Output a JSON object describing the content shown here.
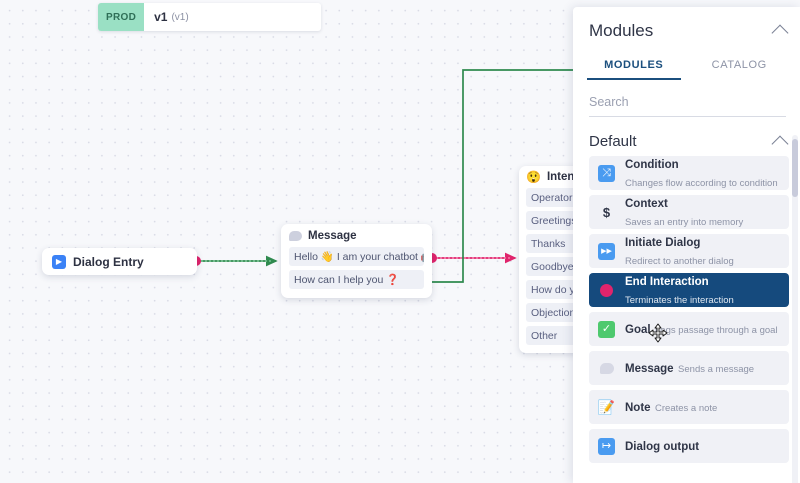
{
  "canvas": {
    "version_bar": {
      "badge": "PROD",
      "version": "v1",
      "version_sub": "(v1)"
    },
    "nodes": {
      "dialog_entry": {
        "label": "Dialog Entry",
        "icon": "play-icon"
      },
      "message": {
        "title": "Message",
        "icon": "speech-bubble-icon",
        "rows": [
          "Hello 👋 I am your chatbot 🤖...",
          "How can I help you  ❓"
        ]
      },
      "intents": {
        "title": "Intents",
        "icon": "face-emoji-icon",
        "rows": [
          "Operator",
          "Greetings",
          "Thanks",
          "Goodbye",
          "How do you",
          "Objection",
          "Other"
        ]
      }
    },
    "edge_colors": {
      "green": "#2f8a4f",
      "red": "#e0246c",
      "port_pink": "#e1226b",
      "port_blue": "#1b3bcd"
    }
  },
  "panel": {
    "title": "Modules",
    "collapse_icon": "chevron-up-icon",
    "tabs": [
      {
        "label": "MODULES",
        "active": true
      },
      {
        "label": "CATALOG",
        "active": false
      }
    ],
    "search": {
      "value": "",
      "placeholder": "Search",
      "icon": "search-field"
    },
    "section": {
      "title": "Default",
      "collapse_icon": "chevron-up-icon"
    },
    "modules": [
      {
        "name": "Condition",
        "description": "Changes flow according to condition",
        "icon": "condition-shuffle-icon",
        "icon_class": "ico-condition",
        "glyph": "⤨",
        "selected": false
      },
      {
        "name": "Context",
        "description": "Saves an entry into memory",
        "icon": "dollar-icon",
        "icon_class": "ico-context",
        "glyph": "$",
        "selected": false
      },
      {
        "name": "Initiate Dialog",
        "description": "Redirect to another dialog",
        "icon": "fast-forward-icon",
        "icon_class": "ico-initiate",
        "glyph": "▶▶",
        "selected": false
      },
      {
        "name": "End Interaction",
        "description": "Terminates the interaction",
        "icon": "end-circle-icon",
        "icon_class": "ico-end",
        "glyph": "",
        "selected": true
      },
      {
        "name": "Goal",
        "description": "Logs passage through a goal",
        "icon": "check-icon",
        "icon_class": "ico-goal",
        "glyph": "✓",
        "selected": false
      },
      {
        "name": "Message",
        "description": "Sends a message",
        "icon": "speech-bubble-icon",
        "icon_class": "ico-message",
        "glyph": "",
        "selected": false
      },
      {
        "name": "Note",
        "description": "Creates a note",
        "icon": "note-pencil-icon",
        "icon_class": "ico-note",
        "glyph": "📝",
        "selected": false
      },
      {
        "name": "Dialog output",
        "description": "",
        "icon": "dialog-output-icon",
        "icon_class": "ico-dialogout",
        "glyph": "↦",
        "selected": false
      }
    ],
    "scrollbar": {
      "name": "panel-scrollbar"
    }
  },
  "cursor": {
    "type": "move-cursor"
  }
}
